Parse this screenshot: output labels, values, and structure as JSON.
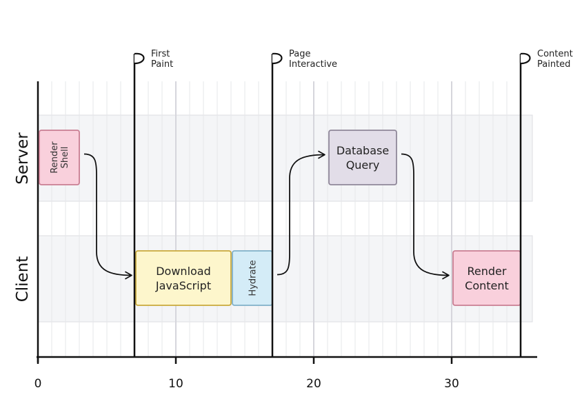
{
  "lanes": [
    {
      "id": "server",
      "label": "Server"
    },
    {
      "id": "client",
      "label": "Client"
    }
  ],
  "axis": {
    "min": 0,
    "max": 35,
    "ticks": [
      0,
      10,
      20,
      30
    ],
    "tick_labels": [
      "0",
      "10",
      "20",
      "30"
    ]
  },
  "milestones": [
    {
      "id": "first-paint",
      "at": 7,
      "line1": "First",
      "line2": "Paint"
    },
    {
      "id": "page-interactive",
      "at": 17,
      "line1": "Page",
      "line2": "Interactive"
    },
    {
      "id": "content-painted",
      "at": 35,
      "line1": "Content",
      "line2": "Painted"
    }
  ],
  "tasks": [
    {
      "id": "render-shell",
      "lane": "server",
      "start": 0,
      "end": 3,
      "line1": "Render",
      "line2": "Shell",
      "vertical": true,
      "fill": "#f9d0dc",
      "stroke": "#c97d92"
    },
    {
      "id": "download-javascript",
      "lane": "client",
      "start": 7,
      "end": 14,
      "line1": "Download",
      "line2": "JavaScript",
      "vertical": false,
      "fill": "#fdf6cc",
      "stroke": "#c9a93a"
    },
    {
      "id": "hydrate",
      "lane": "client",
      "start": 14,
      "end": 17,
      "line1": "Hydrate",
      "line2": "",
      "vertical": true,
      "fill": "#d4ecf7",
      "stroke": "#7fb0c9"
    },
    {
      "id": "database-query",
      "lane": "server",
      "start": 21,
      "end": 26,
      "line1": "Database",
      "line2": "Query",
      "vertical": false,
      "fill": "#e2dde8",
      "stroke": "#8f8799"
    },
    {
      "id": "render-content",
      "lane": "client",
      "start": 30,
      "end": 35,
      "line1": "Render",
      "line2": "Content",
      "vertical": false,
      "fill": "#f9d0dc",
      "stroke": "#c97d92"
    }
  ],
  "dependencies": [
    {
      "from": "render-shell",
      "to": "download-javascript"
    },
    {
      "from": "hydrate",
      "to": "database-query"
    },
    {
      "from": "database-query",
      "to": "render-content"
    }
  ],
  "colors": {
    "axis": "#111111",
    "lane_band": "#f4f5f7",
    "grid_minor": "#e6e7ea",
    "grid_major": "#d6d6dc",
    "milestone": "#111111"
  }
}
